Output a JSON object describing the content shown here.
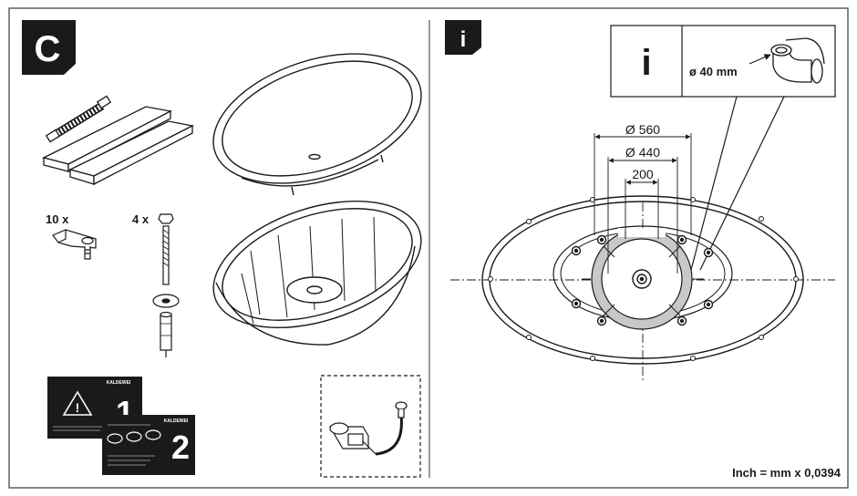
{
  "panel_left": {
    "badge_letter": "C",
    "count_clips": "10 x",
    "count_bolts": "4 x",
    "booklet_1": {
      "brand": "KALDEWEI",
      "number": "1"
    },
    "booklet_2": {
      "brand": "KALDEWEI",
      "number": "2"
    }
  },
  "panel_right": {
    "badge_info": "i",
    "callout_info": "i",
    "pipe_diameter": "ø 40 mm",
    "dim_outer": "Ø 560",
    "dim_middle": "Ø 440",
    "dim_inner": "200",
    "conversion_note": "Inch = mm x 0,0394"
  },
  "icons": {
    "badge": "letter-badge-icon",
    "info": "info-icon",
    "warning": "warning-triangle-icon",
    "pipe": "elbow-pipe-icon"
  },
  "colors": {
    "ink": "#1a1a1a",
    "frame": "#555555",
    "ring_fill": "#c8c8c8",
    "paper": "#ffffff"
  }
}
